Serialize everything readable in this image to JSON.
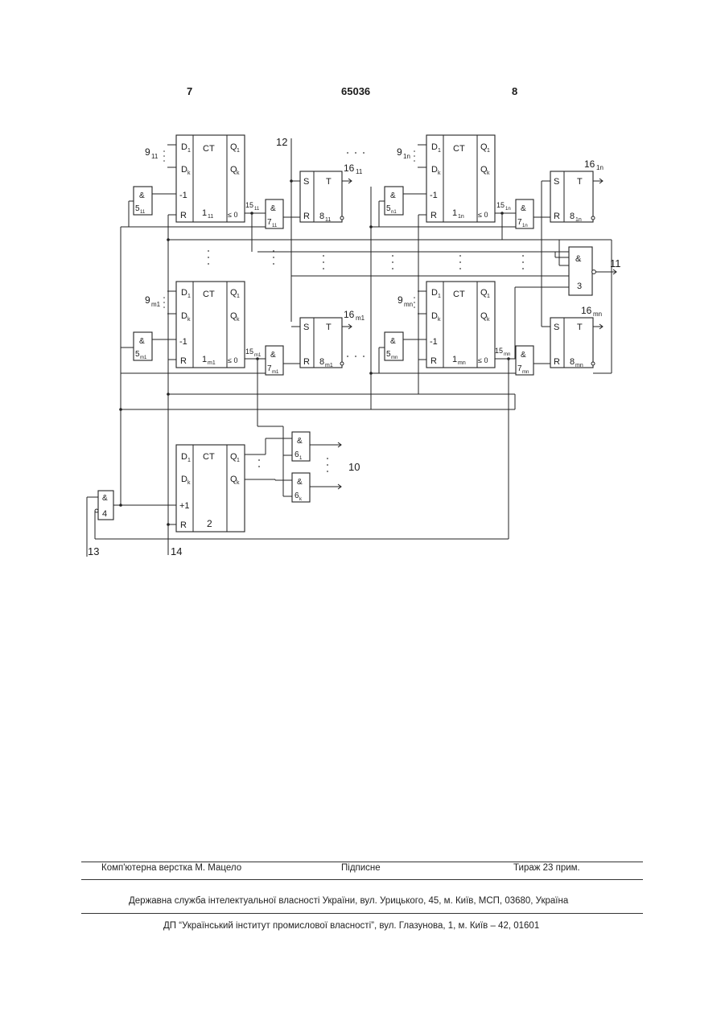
{
  "header": {
    "left_page": "7",
    "patent_number": "65036",
    "right_page": "8"
  },
  "figure": {
    "counter_label": "CT",
    "trigger_s": "S",
    "trigger_t": "T",
    "trigger_r": "R",
    "and_symbol": "&",
    "pin_r": "R",
    "pin_minus1": "-1",
    "pin_plus1": "+1",
    "pin_le0": "≤ 0",
    "pin_d1": "D",
    "pin_dk": "D",
    "pin_q1": "Q",
    "pin_qk": "Q",
    "sub_1": "1",
    "sub_k": "k",
    "counter_11": "1",
    "counter_11_sub": "11",
    "counter_1n": "1",
    "counter_1n_sub": "1n",
    "counter_m1": "1",
    "counter_m1_sub": "m1",
    "counter_mn": "1",
    "counter_mn_sub": "mn",
    "counter_2": "2",
    "and3": "3",
    "and4": "4",
    "g5_11": "5",
    "g5_11_sub": "11",
    "g5_m1": "5",
    "g5_m1_sub": "m1",
    "g5_1n": "5",
    "g5_1n_sub": "n1",
    "g5_mn": "5",
    "g5_mn_sub": "mn",
    "g7_11": "7",
    "g7_11_sub": "11",
    "g7_1n": "7",
    "g7_1n_sub": "1n",
    "g7_m1": "7",
    "g7_m1_sub": "m1",
    "g7_mn": "7",
    "g7_mn_sub": "mn",
    "g6_1": "6",
    "g6_1_sub": "1",
    "g6_k": "6",
    "g6_k_sub": "k",
    "t8_11": "8",
    "t8_11_sub": "11",
    "t8_1n": "8",
    "t8_1n_sub": "1n",
    "t8_m1": "8",
    "t8_m1_sub": "m1",
    "t8_mn": "8",
    "t8_mn_sub": "mn",
    "in9_11": "9",
    "in9_11_sub": "11",
    "in9_1n": "9",
    "in9_1n_sub": "1n",
    "in9_m1": "9",
    "in9_m1_sub": "m1",
    "in9_mn": "9",
    "in9_mn_sub": "mn",
    "l15_11": "15",
    "l15_11_sub": "11",
    "l15_1n": "15",
    "l15_1n_sub": "1n",
    "l15_m1": "15",
    "l15_m1_sub": "m1",
    "l15_mn": "15",
    "l15_mn_sub": "mn",
    "l16_11": "16",
    "l16_11_sub": "11",
    "l16_1n": "16",
    "l16_1n_sub": "1n",
    "l16_m1": "16",
    "l16_m1_sub": "m1",
    "l16_mn": "16",
    "l16_mn_sub": "mn",
    "label_10": "10",
    "label_11": "11",
    "label_12": "12",
    "label_13": "13",
    "label_14": "14"
  },
  "footer": {
    "typesetting": "Комп'ютерна верстка М. Мацело",
    "signed": "Підписне",
    "circulation": "Тираж 23 прим.",
    "agency": "Державна служба інтелектуальної власності України, вул. Урицького, 45, м. Київ, МСП, 03680, Україна",
    "institute": "ДП “Український інститут промислової власності”, вул. Глазунова, 1, м. Київ – 42, 01601"
  }
}
